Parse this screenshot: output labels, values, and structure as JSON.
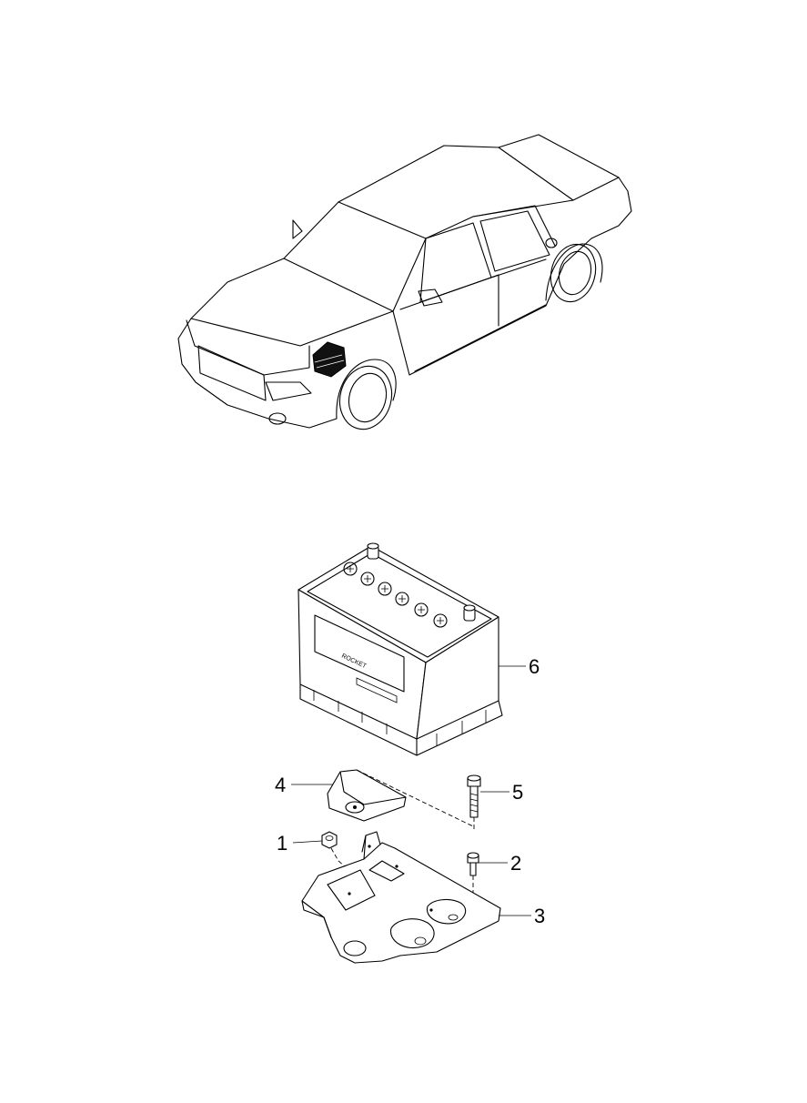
{
  "callouts": [
    {
      "label": "1"
    },
    {
      "label": "2"
    },
    {
      "label": "3"
    },
    {
      "label": "4"
    },
    {
      "label": "5"
    },
    {
      "label": "6"
    }
  ],
  "battery": {
    "brand": "ROCKET"
  },
  "colors": {
    "line": "#000000",
    "background": "#ffffff",
    "highlight": "#111111"
  }
}
